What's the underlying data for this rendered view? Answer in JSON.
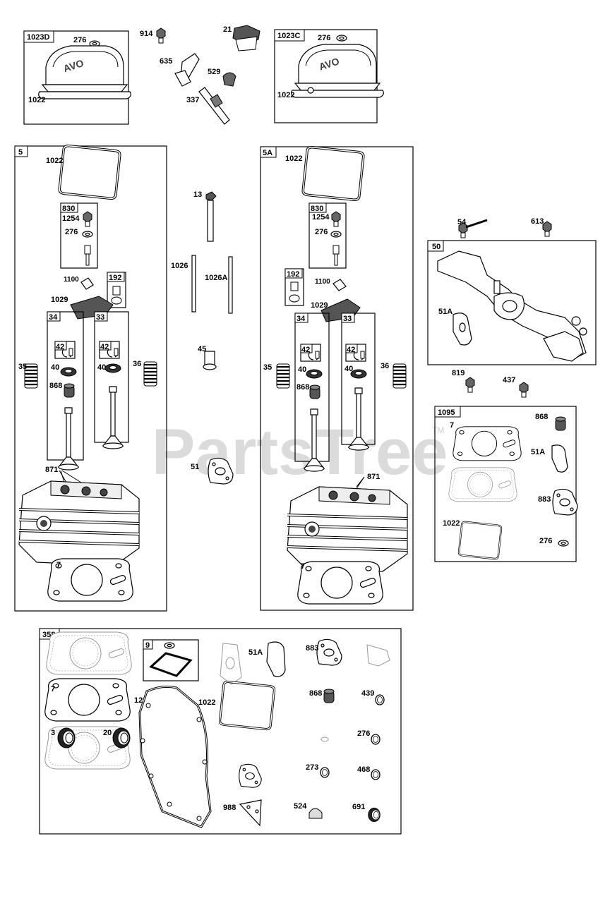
{
  "watermark": {
    "text": "PartsTree",
    "mark": "TM"
  },
  "box_tags": {
    "b1023d": "1023D",
    "b1023c": "1023C",
    "b5": "5",
    "b5a": "5A",
    "b830": "830",
    "b830a": "830",
    "b192": "192",
    "b192a": "192",
    "b34": "34",
    "b33": "33",
    "b34a": "34",
    "b33a": "33",
    "b42a": "42",
    "b42b": "42",
    "b42c": "42",
    "b42d": "42",
    "b50": "50",
    "b1095": "1095",
    "b358": "358",
    "b9": "9"
  },
  "labels": [
    {
      "id": "l276a",
      "text": "276"
    },
    {
      "id": "l1022a",
      "text": "1022"
    },
    {
      "id": "l914",
      "text": "914"
    },
    {
      "id": "l21",
      "text": "21"
    },
    {
      "id": "l635",
      "text": "635"
    },
    {
      "id": "l529",
      "text": "529"
    },
    {
      "id": "l337",
      "text": "337"
    },
    {
      "id": "l276b",
      "text": "276"
    },
    {
      "id": "l1022b",
      "text": "1022"
    },
    {
      "id": "l1022c",
      "text": "1022"
    },
    {
      "id": "l1254a",
      "text": "1254"
    },
    {
      "id": "l276c",
      "text": "276"
    },
    {
      "id": "l1100a",
      "text": "1100"
    },
    {
      "id": "l1029a",
      "text": "1029"
    },
    {
      "id": "l35a",
      "text": "35"
    },
    {
      "id": "l40a",
      "text": "40"
    },
    {
      "id": "l868a",
      "text": "868"
    },
    {
      "id": "l40b",
      "text": "40"
    },
    {
      "id": "l36a",
      "text": "36"
    },
    {
      "id": "l871a",
      "text": "871"
    },
    {
      "id": "l7a",
      "text": "7"
    },
    {
      "id": "l13",
      "text": "13"
    },
    {
      "id": "l1026",
      "text": "1026"
    },
    {
      "id": "l1026a",
      "text": "1026A"
    },
    {
      "id": "l45",
      "text": "45"
    },
    {
      "id": "l51",
      "text": "51"
    },
    {
      "id": "l1022d",
      "text": "1022"
    },
    {
      "id": "l1254b",
      "text": "1254"
    },
    {
      "id": "l276d",
      "text": "276"
    },
    {
      "id": "l1100b",
      "text": "1100"
    },
    {
      "id": "l1029b",
      "text": "1029"
    },
    {
      "id": "l35b",
      "text": "35"
    },
    {
      "id": "l40c",
      "text": "40"
    },
    {
      "id": "l868b",
      "text": "868"
    },
    {
      "id": "l40d",
      "text": "40"
    },
    {
      "id": "l36b",
      "text": "36"
    },
    {
      "id": "l871b",
      "text": "871"
    },
    {
      "id": "l7b",
      "text": "7"
    },
    {
      "id": "l54",
      "text": "54"
    },
    {
      "id": "l613",
      "text": "613"
    },
    {
      "id": "l51a1",
      "text": "51A"
    },
    {
      "id": "l819",
      "text": "819"
    },
    {
      "id": "l437",
      "text": "437"
    },
    {
      "id": "l7c",
      "text": "7"
    },
    {
      "id": "l868c",
      "text": "868"
    },
    {
      "id": "l51a2",
      "text": "51A"
    },
    {
      "id": "l883a",
      "text": "883"
    },
    {
      "id": "l1022e",
      "text": "1022"
    },
    {
      "id": "l276e",
      "text": "276"
    },
    {
      "id": "l51a3",
      "text": "51A"
    },
    {
      "id": "l883b",
      "text": "883"
    },
    {
      "id": "l7d",
      "text": "7"
    },
    {
      "id": "l12",
      "text": "12"
    },
    {
      "id": "l1022f",
      "text": "1022"
    },
    {
      "id": "l868d",
      "text": "868"
    },
    {
      "id": "l439",
      "text": "439"
    },
    {
      "id": "l276f",
      "text": "276"
    },
    {
      "id": "l273",
      "text": "273"
    },
    {
      "id": "l468",
      "text": "468"
    },
    {
      "id": "l3",
      "text": "3"
    },
    {
      "id": "l20",
      "text": "20"
    },
    {
      "id": "l988",
      "text": "988"
    },
    {
      "id": "l524",
      "text": "524"
    },
    {
      "id": "l691",
      "text": "691"
    }
  ]
}
